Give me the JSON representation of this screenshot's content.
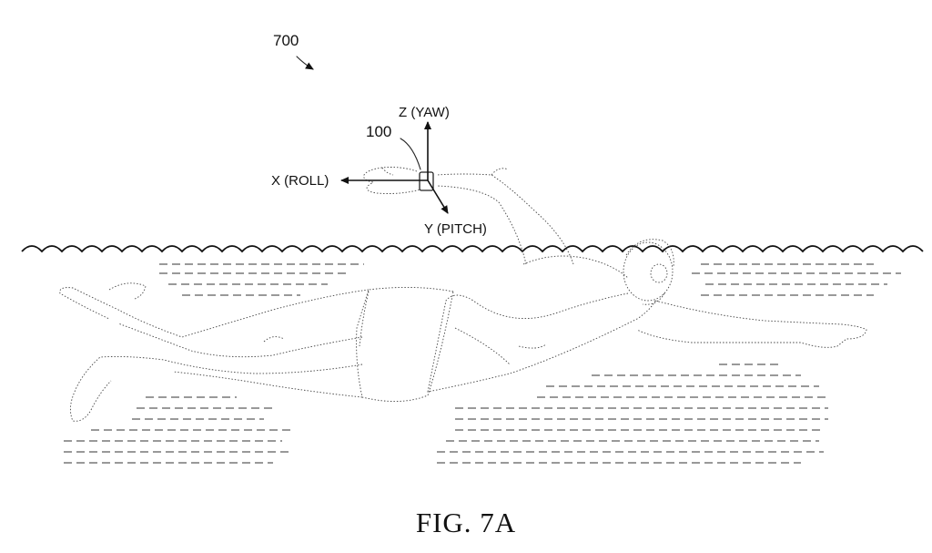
{
  "figure": {
    "ref_figure": "700",
    "ref_device": "100",
    "axis_z": "Z (YAW)",
    "axis_x": "X (ROLL)",
    "axis_y": "Y (PITCH)",
    "caption": "FIG. 7A"
  }
}
